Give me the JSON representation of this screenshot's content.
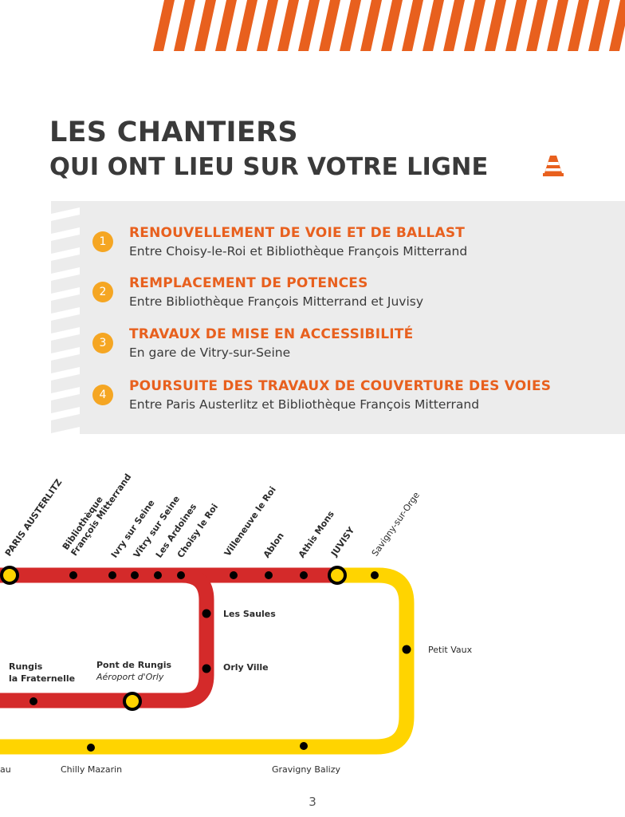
{
  "colors": {
    "orange": "#e8601e",
    "badge": "#f5a623",
    "red_line": "#d42a2a",
    "yellow_line": "#ffd400",
    "panel_bg": "#ececec"
  },
  "header": {
    "title": "LES CHANTIERS",
    "subtitle": "QUI ONT LIEU SUR VOTRE LIGNE",
    "icon": "traffic-cone-icon"
  },
  "works": [
    {
      "number": "1",
      "title": "RENOUVELLEMENT DE VOIE ET DE BALLAST",
      "description": "Entre Choisy-le-Roi et Bibliothèque François Mitterrand"
    },
    {
      "number": "2",
      "title": "REMPLACEMENT DE POTENCES",
      "description": "Entre Bibliothèque François Mitterrand et Juvisy"
    },
    {
      "number": "3",
      "title": "TRAVAUX DE MISE EN ACCESSIBILITÉ",
      "description": "En gare de Vitry-sur-Seine"
    },
    {
      "number": "4",
      "title": "POURSUITE DES TRAVAUX DE COUVERTURE DES VOIES",
      "description": "Entre Paris Austerlitz et Bibliothèque François Mitterrand"
    }
  ],
  "map": {
    "top_stations": [
      {
        "lines": [
          "PARIS AUSTERLITZ"
        ]
      },
      {
        "lines": [
          "Bibliothèque",
          "François Mitterrand"
        ]
      },
      {
        "lines": [
          "Ivry sur Seine"
        ]
      },
      {
        "lines": [
          "Vitry sur Seine"
        ]
      },
      {
        "lines": [
          "Les Ardoines"
        ]
      },
      {
        "lines": [
          "Choisy le Roi"
        ]
      },
      {
        "lines": [
          "Villeneuve le Roi"
        ]
      },
      {
        "lines": [
          "Ablon"
        ]
      },
      {
        "lines": [
          "Athis Mons"
        ]
      },
      {
        "lines": [
          "JUVISY"
        ]
      },
      {
        "lines": [
          "Savigny-sur-Orge"
        ]
      }
    ],
    "les_saules": "Les Saules",
    "orly_ville": "Orly Ville",
    "petit_vaux": "Petit Vaux",
    "rungis_1": "Rungis",
    "rungis_2": "la Fraternelle",
    "pont_de_rungis": "Pont de Rungis",
    "aeroport": "Aéroport d'Orly",
    "chilly_mazarin": "Chilly Mazarin",
    "gravigny_balizy": "Gravigny Balizy",
    "partial_left": "au"
  },
  "page_number": "3"
}
